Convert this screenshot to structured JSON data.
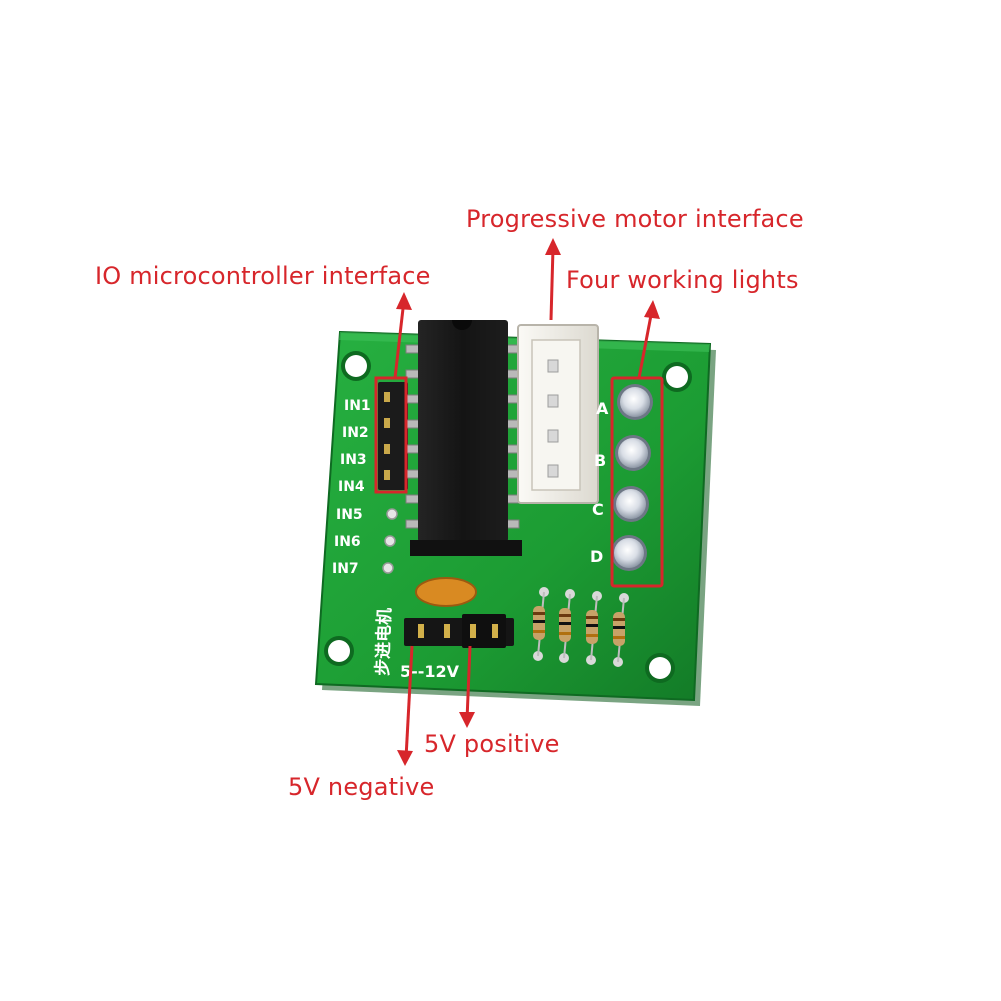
{
  "colors": {
    "callout": "#d7262b",
    "pcb": "#1fa236",
    "pcb_dark": "#147a28",
    "silkscreen": "#ffffff",
    "chip": "#151515",
    "connector": "#f2f0ea",
    "led": "#dfe4ec"
  },
  "callouts": {
    "progressive_motor": "Progressive motor interface",
    "io_interface": "IO microcontroller interface",
    "working_lights": "Four working lights",
    "positive_5v": "5V positive",
    "negative_5v": "5V negative"
  },
  "board": {
    "input_labels": [
      "IN1",
      "IN2",
      "IN3",
      "IN4",
      "IN5",
      "IN6",
      "IN7"
    ],
    "channel_letters": [
      "A",
      "B",
      "C",
      "D"
    ],
    "voltage_label": "5--12V",
    "vertical_label": "步进电机"
  },
  "icons": [
    "up-arrow-icon",
    "down-arrow-icon"
  ]
}
